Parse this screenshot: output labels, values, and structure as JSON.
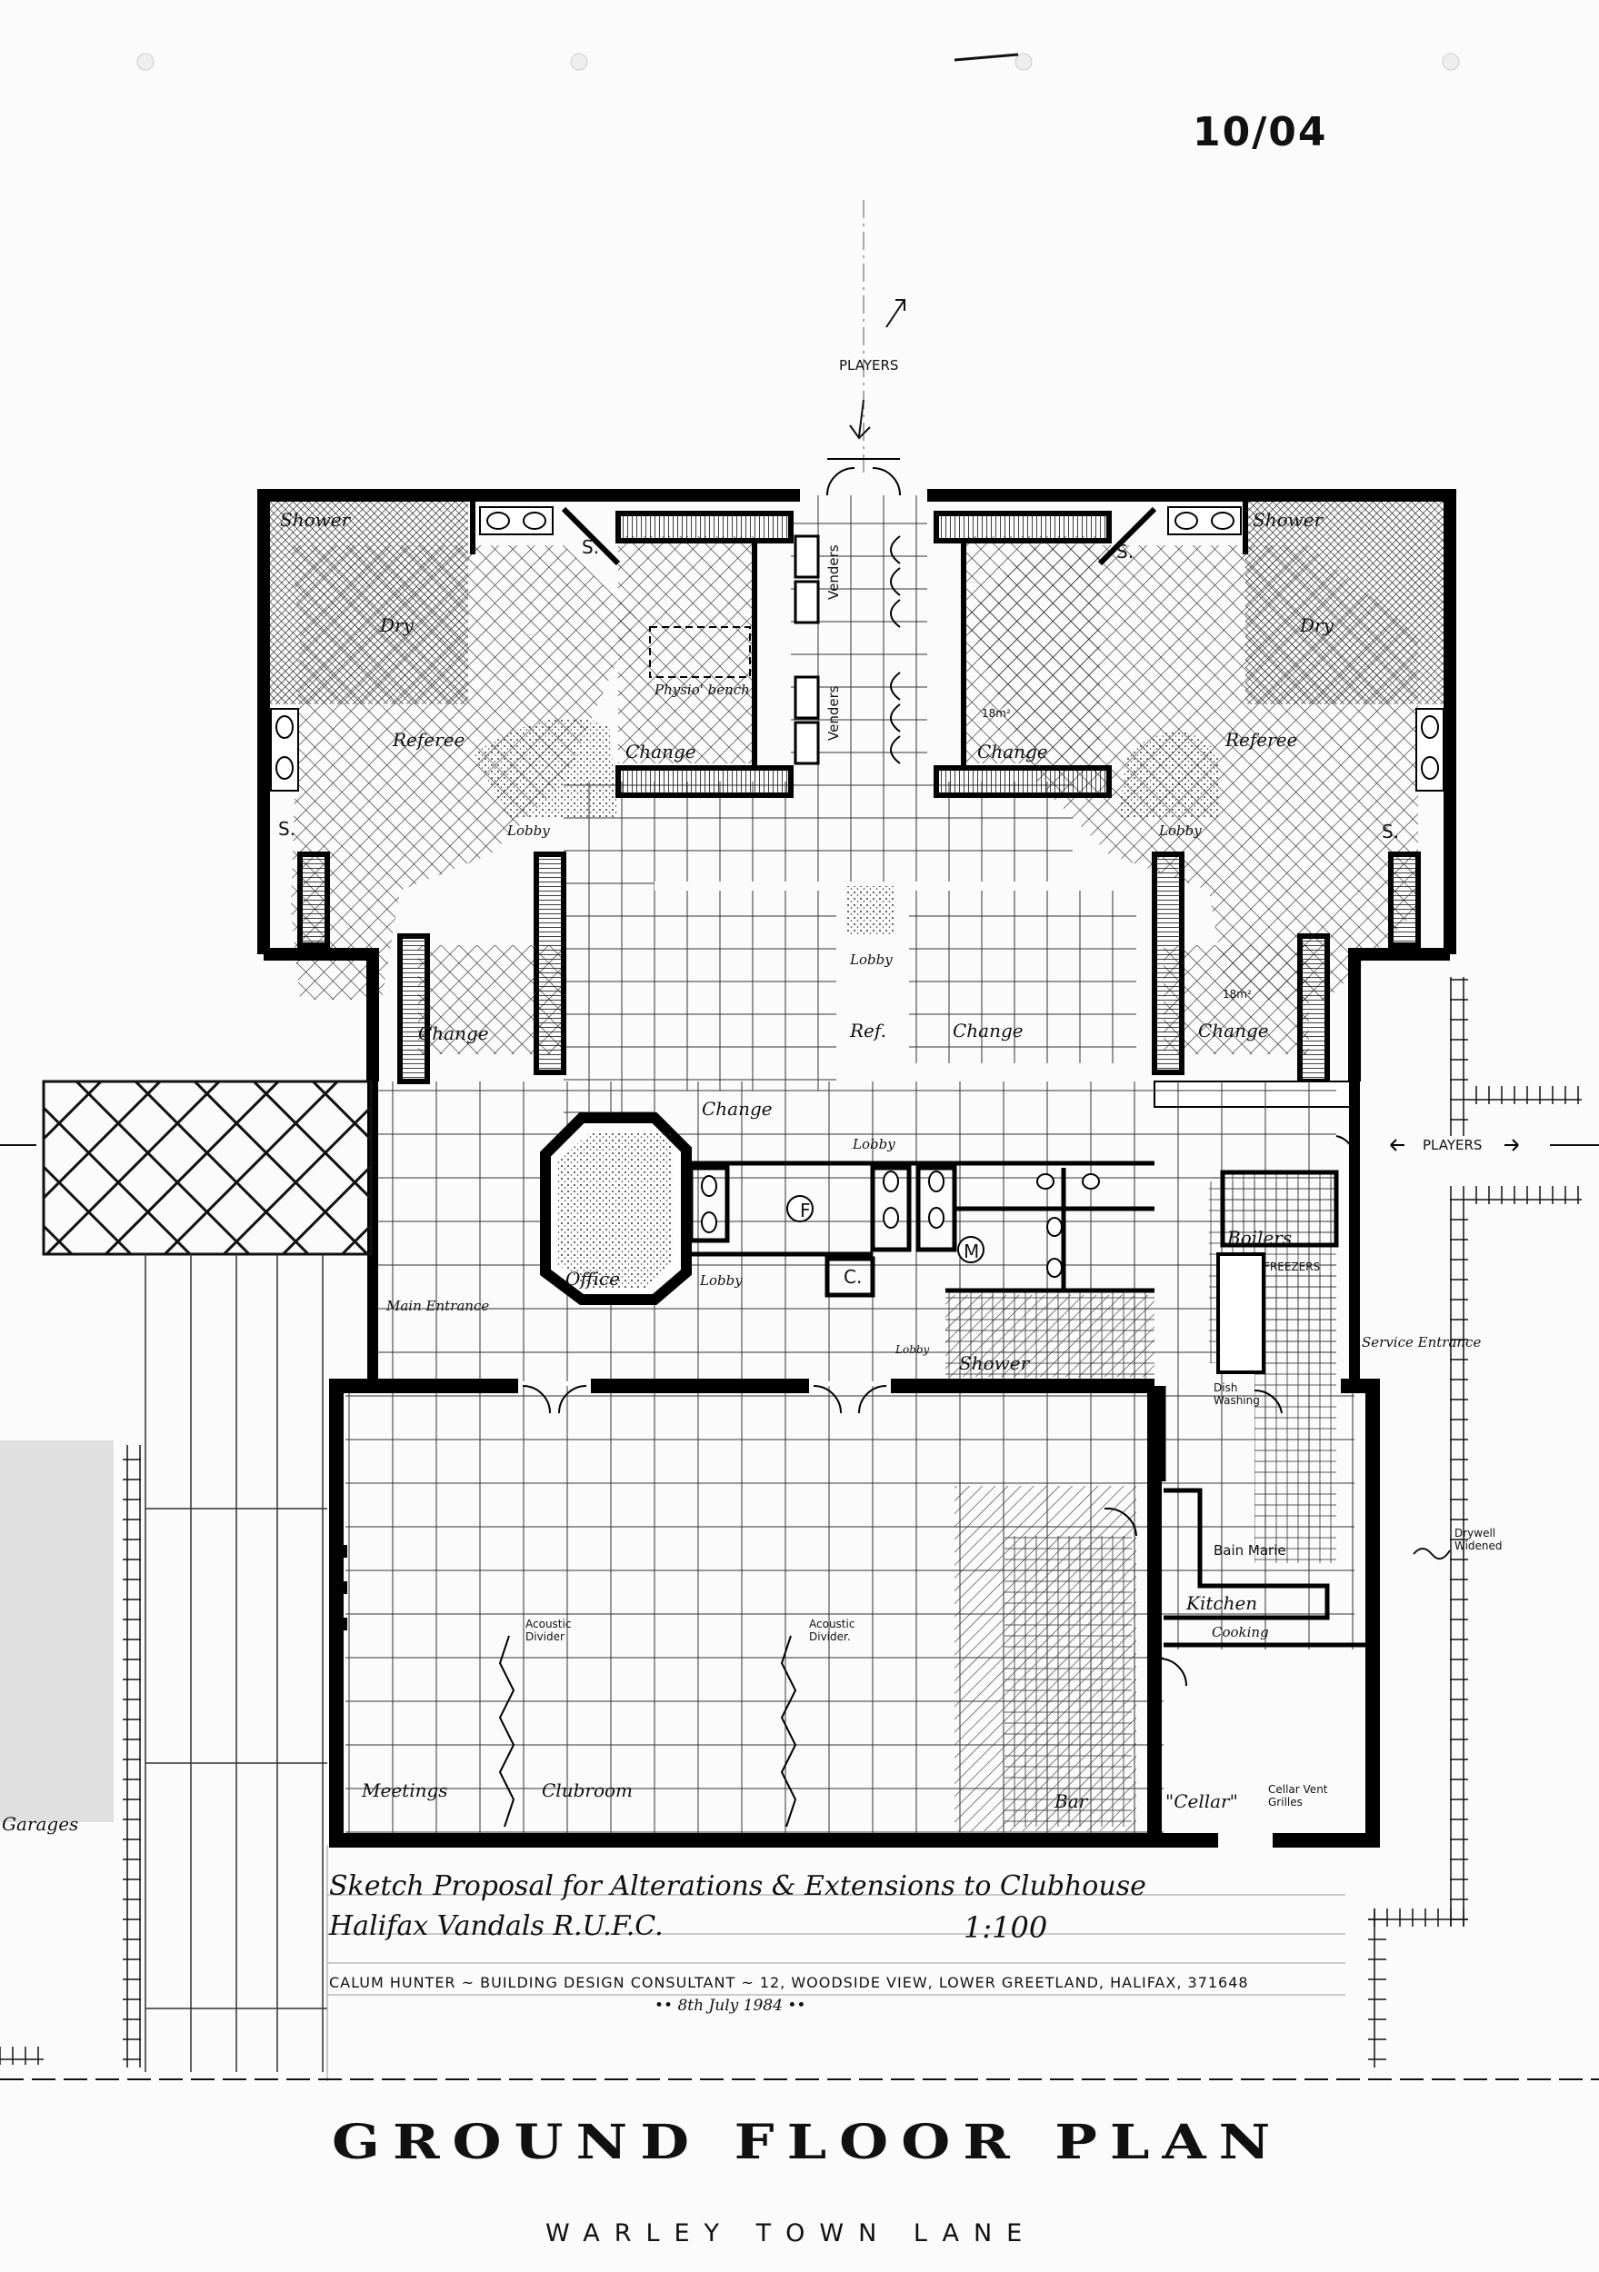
{
  "sheet_number": "10/04",
  "title": "GROUND FLOOR PLAN",
  "road_name": "WARLEY TOWN LANE",
  "title_block": {
    "line1": "Sketch Proposal for Alterations & Extensions to Clubhouse",
    "line2": "Halifax Vandals R.U.F.C.",
    "scale": "1:100",
    "consultant": "CALUM HUNTER ~ BUILDING DESIGN CONSULTANT ~ 12, WOODSIDE VIEW, LOWER GREETLAND, HALIFAX, 371648",
    "date": "•• 8th July 1984 ••"
  },
  "labels": {
    "players_top": "PLAYERS",
    "players_right": "PLAYERS",
    "shower_tl": "Shower",
    "shower_tr": "Shower",
    "dry_l": "Dry",
    "dry_r": "Dry",
    "s_tl": "S.",
    "s_tr": "S.",
    "s_ml": "S.",
    "s_mr": "S.",
    "referee_l": "Referee",
    "referee_r": "Referee",
    "physio": "Physio' bench",
    "change_a": "Change",
    "change_b": "Change",
    "change_c": "Change",
    "change_d": "Change",
    "change_e": "Change",
    "change_f": "Change",
    "area_18m_a": "18m²",
    "area_18m_b": "18m²",
    "venders_a": "Venders",
    "venders_b": "Venders",
    "lobby_l": "Lobby",
    "lobby_r": "Lobby",
    "lobby_c": "Lobby",
    "lobby_m": "Lobby",
    "lobby_office": "Lobby",
    "lobby_shower": "Lobby",
    "ref": "Ref.",
    "office": "Office",
    "main_entrance": "Main Entrance",
    "f": "F",
    "m": "M",
    "c": "C.",
    "boilers": "Boilers",
    "freezers": "FREEZERS",
    "service_entrance": "Service Entrance",
    "shower_mid": "Shower",
    "dish_washing": "Dish Washing",
    "bain_marie": "Bain Marie",
    "kitchen": "Kitchen",
    "cooking": "Cooking",
    "drywell": "Drywell Widened",
    "acoustic_divider_a": "Acoustic Divider",
    "acoustic_divider_b": "Acoustic Divider.",
    "meetings": "Meetings",
    "clubroom": "Clubroom",
    "bar": "Bar",
    "cellar": "\"Cellar\"",
    "cellar_vents": "Cellar Vent Grilles",
    "garages": "Garages"
  }
}
